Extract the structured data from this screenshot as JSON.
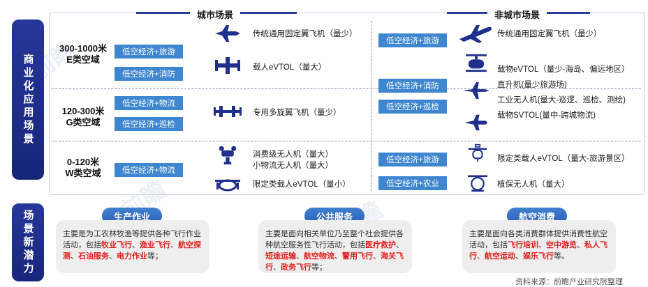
{
  "headers": {
    "urban": "城市场景",
    "nonurban": "非城市场景"
  },
  "side": {
    "commercial": "商业化应用场景",
    "potential": "场景新潜力"
  },
  "zones": {
    "e": {
      "line1": "300-1000米",
      "line2": "E类空域"
    },
    "g": {
      "line1": "120-300米",
      "line2": "G类空域"
    },
    "w": {
      "line1": "0-120米",
      "line2": "W类空域"
    }
  },
  "urban_tags": {
    "e1": "低空经济+旅游",
    "e2": "低空经济+消防",
    "g1": "低空经济+物流",
    "g2": "低空经济+巡检",
    "w1": "低空经济+物流"
  },
  "urban_items": {
    "fixed_wing": "传统通用固定翼飞机（量少）",
    "evtol_manned": "载人eVTOL（量大）",
    "multirotor": "专用多旋翼飞机（量少）",
    "consumer_drone": "消费级无人机（量大）",
    "small_logistics": "小物流无人机（量大）",
    "limited_evtol": "限定类载人eVTOL（量小）"
  },
  "nonurban_tags": {
    "e1": "低空经济+旅游",
    "e2": "低空经济+消防",
    "g1": "低空经济+巡检",
    "w1": "低空经济+旅游",
    "w2": "低空经济+农业"
  },
  "nonurban_items": {
    "fixed_wing": "传统通用固定翼飞机（量少）",
    "cargo_evtol": "载物eVTOL（量少-海岛、偏远地区）",
    "helicopter": "直升机(量少旅游场)",
    "industrial_drone": "工业无人机(量大-巡逻、巡检、测绘)",
    "cargo_svtol": "载物SVTOL(量中-跨城物流)",
    "limited_evtol": "限定类载人eVTOL（量大-旅游景区）",
    "plant_drone": "植保无人机（量大）"
  },
  "potential": {
    "production": {
      "title": "生产作业",
      "desc": "主要是为工农林牧渔等提供各种飞行作业活动，包括",
      "highlights": [
        "牧业飞行",
        "渔业飞行",
        "航空探测",
        "石油服务",
        "电力作业"
      ],
      "tail": "等；"
    },
    "public": {
      "title": "公共服务",
      "desc": "主要是面向相关单位乃至整个社会提供各种航空服务性飞行活动，包括",
      "highlights": [
        "医疗救护",
        "短途运输",
        "航空物流",
        "警用飞行",
        "海关飞行",
        "政务飞行"
      ],
      "tail": "等；"
    },
    "consumer": {
      "title": "航空消费",
      "desc": "主要是面向各类消费群体提供消费性航空活动，包括",
      "highlights": [
        "飞行培训",
        "空中游览",
        "私人飞行",
        "航空运动",
        "娱乐飞行"
      ],
      "tail": "等。"
    }
  },
  "source": "资料来源：前瞻产业研究院整理",
  "colors": {
    "navy": "#1f2f8c",
    "tag": "#3e86cf",
    "icon": "#1f2f8c",
    "red": "#e02020"
  }
}
